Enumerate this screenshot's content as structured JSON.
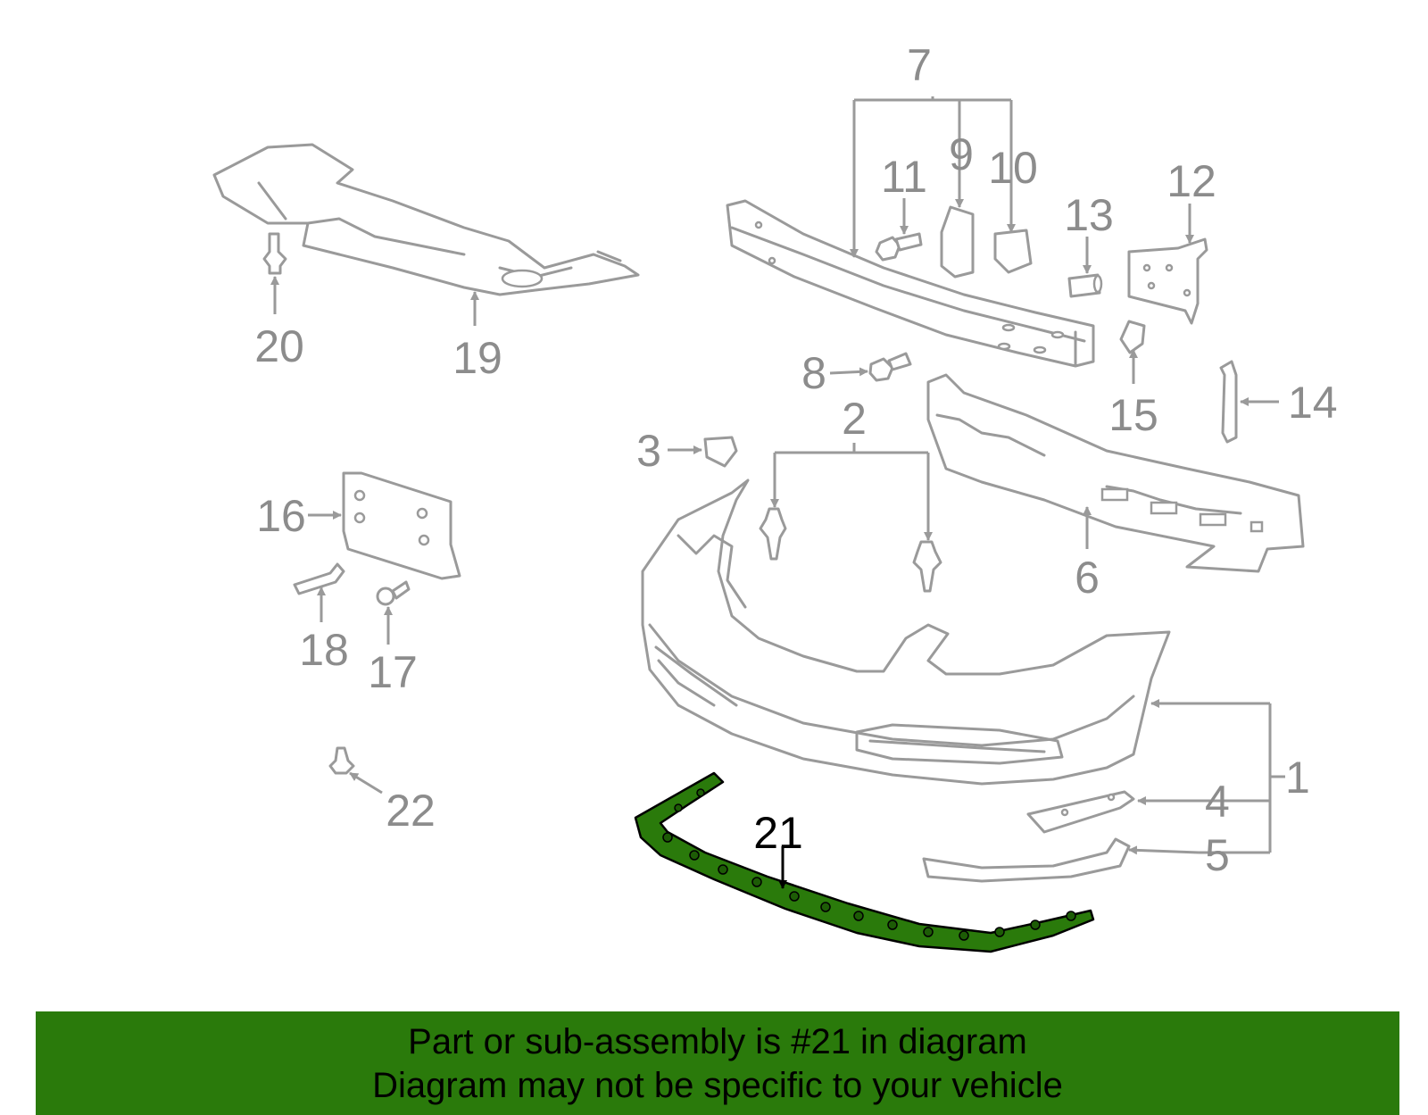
{
  "colors": {
    "highlight": "#2a7a0b",
    "part_stroke": "#9a9a9a",
    "label_gray": "#8c8c8c",
    "label_active": "#000000"
  },
  "callouts": [
    {
      "id": "1",
      "label": "1"
    },
    {
      "id": "2",
      "label": "2"
    },
    {
      "id": "3",
      "label": "3"
    },
    {
      "id": "4",
      "label": "4"
    },
    {
      "id": "5",
      "label": "5"
    },
    {
      "id": "6",
      "label": "6"
    },
    {
      "id": "7",
      "label": "7"
    },
    {
      "id": "8",
      "label": "8"
    },
    {
      "id": "9",
      "label": "9"
    },
    {
      "id": "10",
      "label": "10"
    },
    {
      "id": "11",
      "label": "11"
    },
    {
      "id": "12",
      "label": "12"
    },
    {
      "id": "13",
      "label": "13"
    },
    {
      "id": "14",
      "label": "14"
    },
    {
      "id": "15",
      "label": "15"
    },
    {
      "id": "16",
      "label": "16"
    },
    {
      "id": "17",
      "label": "17"
    },
    {
      "id": "18",
      "label": "18"
    },
    {
      "id": "19",
      "label": "19"
    },
    {
      "id": "20",
      "label": "20"
    },
    {
      "id": "21",
      "label": "21",
      "highlighted": true
    },
    {
      "id": "22",
      "label": "22"
    }
  ],
  "banner": {
    "line1": "Part or sub-assembly is #21 in diagram",
    "line2": "Diagram may not be specific to your vehicle"
  }
}
